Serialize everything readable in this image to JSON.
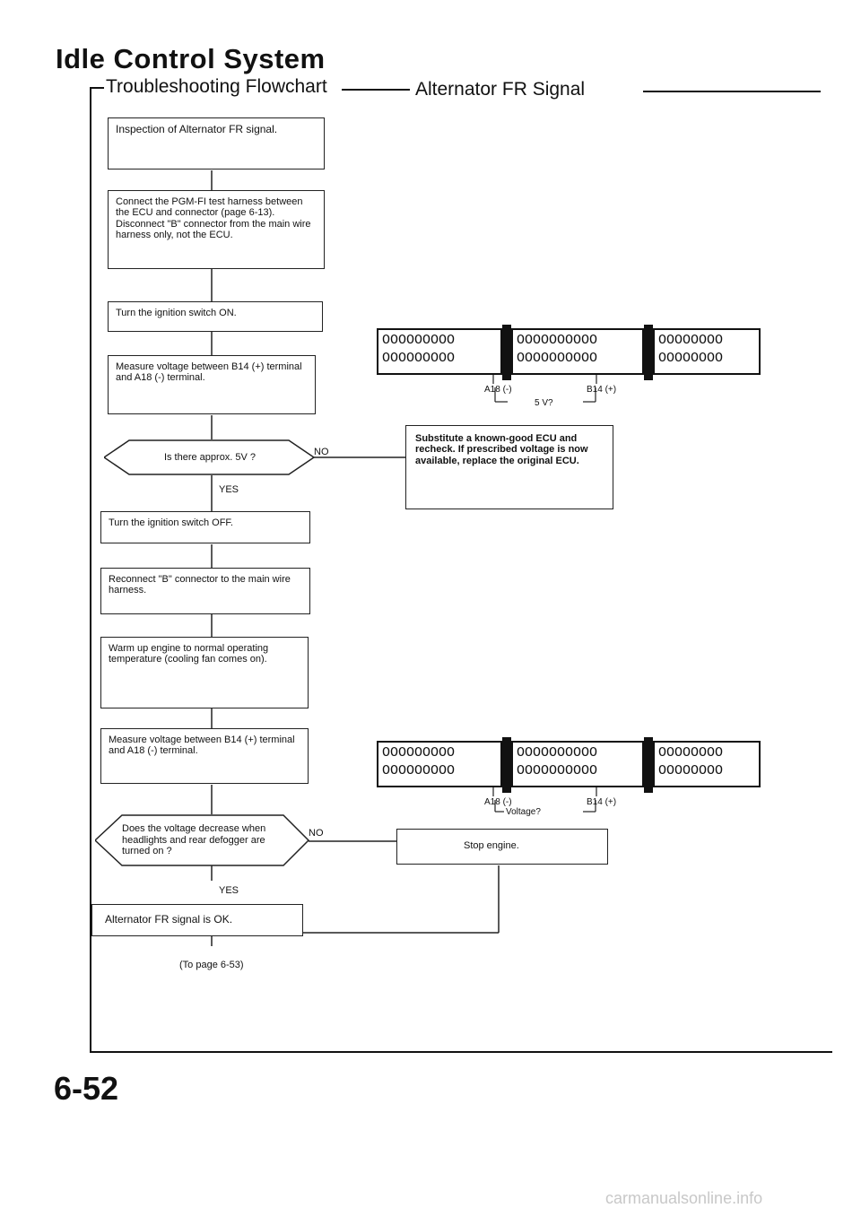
{
  "page": {
    "title": "Idle Control System",
    "subtitle_left": "Troubleshooting Flowchart",
    "subtitle_right": "Alternator FR Signal",
    "page_number": "6-52",
    "footer_ref": "(To page 6-53)",
    "watermark": "carmanualsonline.info"
  },
  "flow": {
    "step1": "Inspection of Alternator FR signal.",
    "step2": "Connect the PGM-FI test harness between the ECU and connector (page 6-13). Disconnect \"B\" connector from the main wire harness only, not the ECU.",
    "step3": "Turn the ignition switch ON.",
    "step4": "Measure voltage between B14 (+) terminal and A18 (-) terminal.",
    "decision1": "Is there approx. 5V ?",
    "decision1_yes": "YES",
    "decision1_no": "NO",
    "no1_action": "Substitute a known-good ECU and recheck. If prescribed voltage is now available, replace the original ECU.",
    "step5": "Turn the ignition switch OFF.",
    "step6": "Reconnect \"B\" connector to the main wire harness.",
    "step7": "Warm up engine to normal operating temperature (cooling fan comes on).",
    "step8": "Measure voltage between B14 (+) terminal and A18 (-) terminal.",
    "decision2": "Does the voltage decrease when headlights and rear defogger are turned on ?",
    "decision2_yes": "YES",
    "decision2_no": "NO",
    "no2_action": "Stop engine.",
    "result_ok": "Alternator FR signal is OK."
  },
  "connector1": {
    "block_a_row1": "OOOOOOOOO",
    "block_a_row2": "OOOOOOOOO",
    "block_b_row1": "OOOOOOOOOO",
    "block_b_row2": "OOOOOOOOOO",
    "block_c_row1": "OOOOOOOO",
    "block_c_row2": "OOOOOOOO",
    "pin_a18": "A18 (-)",
    "pin_b14": "B14 (+)",
    "measure": "5 V?"
  },
  "connector2": {
    "block_a_row1": "OOOOOOOOO",
    "block_a_row2": "OOOOOOOOO",
    "block_b_row1": "OOOOOOOOOO",
    "block_b_row2": "OOOOOOOOOO",
    "block_c_row1": "OOOOOOOO",
    "block_c_row2": "OOOOOOOO",
    "pin_a18": "A18 (-)",
    "pin_b14": "B14 (+)",
    "measure": "Voltage?"
  }
}
